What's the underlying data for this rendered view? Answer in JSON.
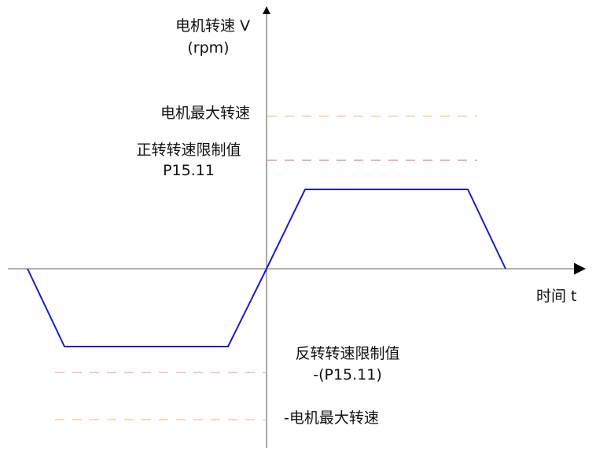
{
  "y_axis_label": {
    "line1": "电机转速 V",
    "line2": "(rpm)"
  },
  "x_axis_label": "时间 t",
  "levels": {
    "max_speed": "电机最大转速",
    "forward_limit": {
      "line1": "正转转速限制值",
      "line2": "P15.11"
    },
    "reverse_limit": {
      "line1": "反转转速限制值",
      "line2": "-(P15.11)"
    },
    "neg_max_speed": "-电机最大转速"
  },
  "colors": {
    "curve": "#1a1adb",
    "max_line": "#f5b56a",
    "limit_line": "#e06060",
    "axis": "#555555"
  }
}
